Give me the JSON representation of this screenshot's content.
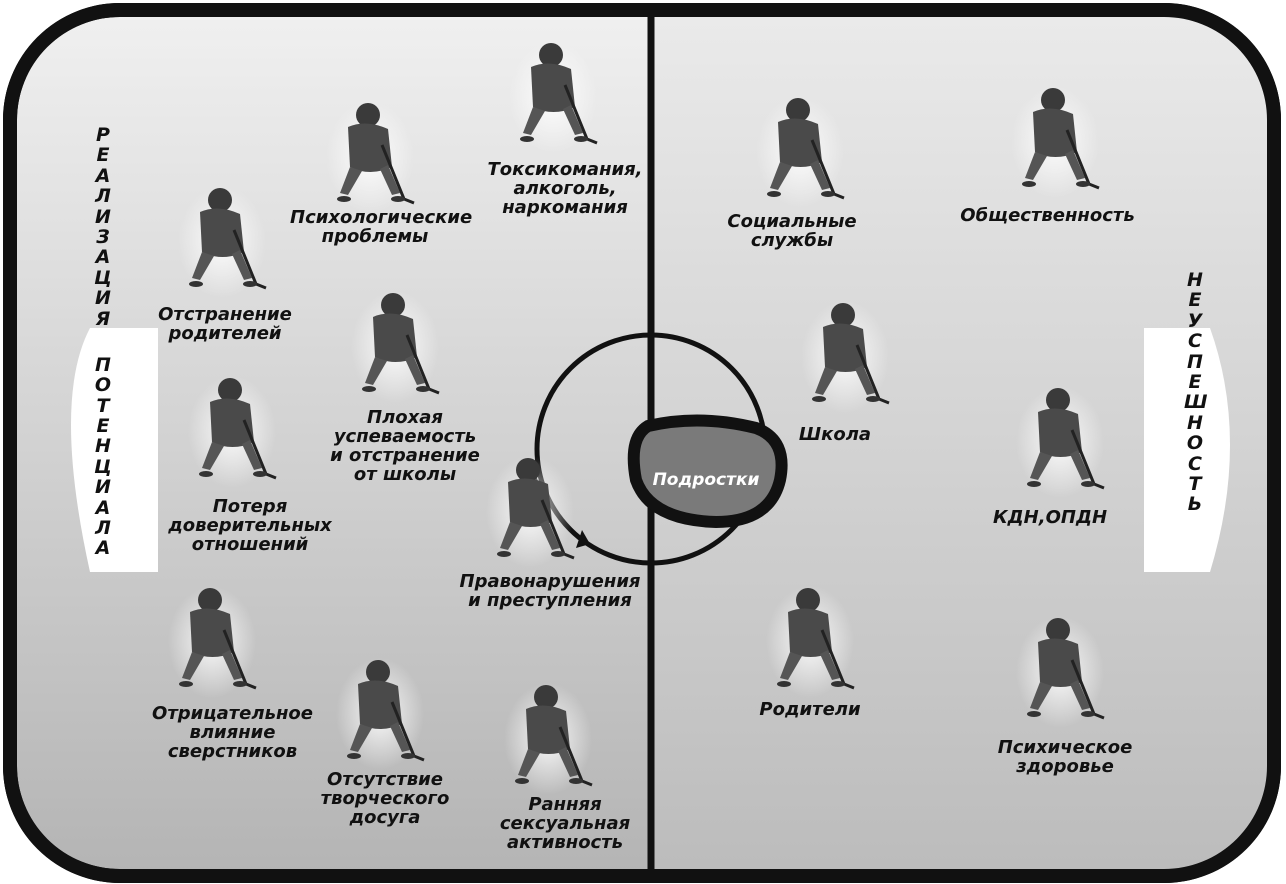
{
  "center": "Подростки",
  "left_side": {
    "vertical_label": [
      "Р",
      "Е",
      "А",
      "Л",
      "И",
      "З",
      "А",
      "Ц",
      "И",
      "Я",
      "",
      "П",
      "О",
      "Т",
      "Е",
      "Н",
      "Ц",
      "И",
      "А",
      "Л",
      "А"
    ],
    "items": [
      [
        "Токсикомания,",
        "алкоголь,",
        "наркомания"
      ],
      [
        "Психологические",
        "проблемы"
      ],
      [
        "Отстранение",
        "родителей"
      ],
      [
        "Плохая",
        "успеваемость",
        "и отстранение",
        "от школы"
      ],
      [
        "Потеря",
        "доверительных",
        "отношений"
      ],
      [
        "Правонарушения",
        "и преступления"
      ],
      [
        "Отрицательное",
        "влияние",
        "сверстников"
      ],
      [
        "Отсутствие",
        "творческого",
        "досуга"
      ],
      [
        "Ранняя",
        "сексуальная",
        "активность"
      ]
    ]
  },
  "right_side": {
    "vertical_label": [
      "Н",
      "Е",
      "У",
      "С",
      "П",
      "Е",
      "Ш",
      "Н",
      "О",
      "С",
      "Т",
      "Ь"
    ],
    "items": [
      [
        "Социальные",
        "службы"
      ],
      [
        "Общественность"
      ],
      [
        "Школа"
      ],
      [
        "КДН,ОПДН"
      ],
      [
        "Родители"
      ],
      [
        "Психическое",
        "здоровье"
      ]
    ]
  },
  "colors": {
    "ice_light": "#ececec",
    "ice_dark": "#b8b8b8",
    "line": "#111111",
    "puck": "#7a7a7a"
  }
}
